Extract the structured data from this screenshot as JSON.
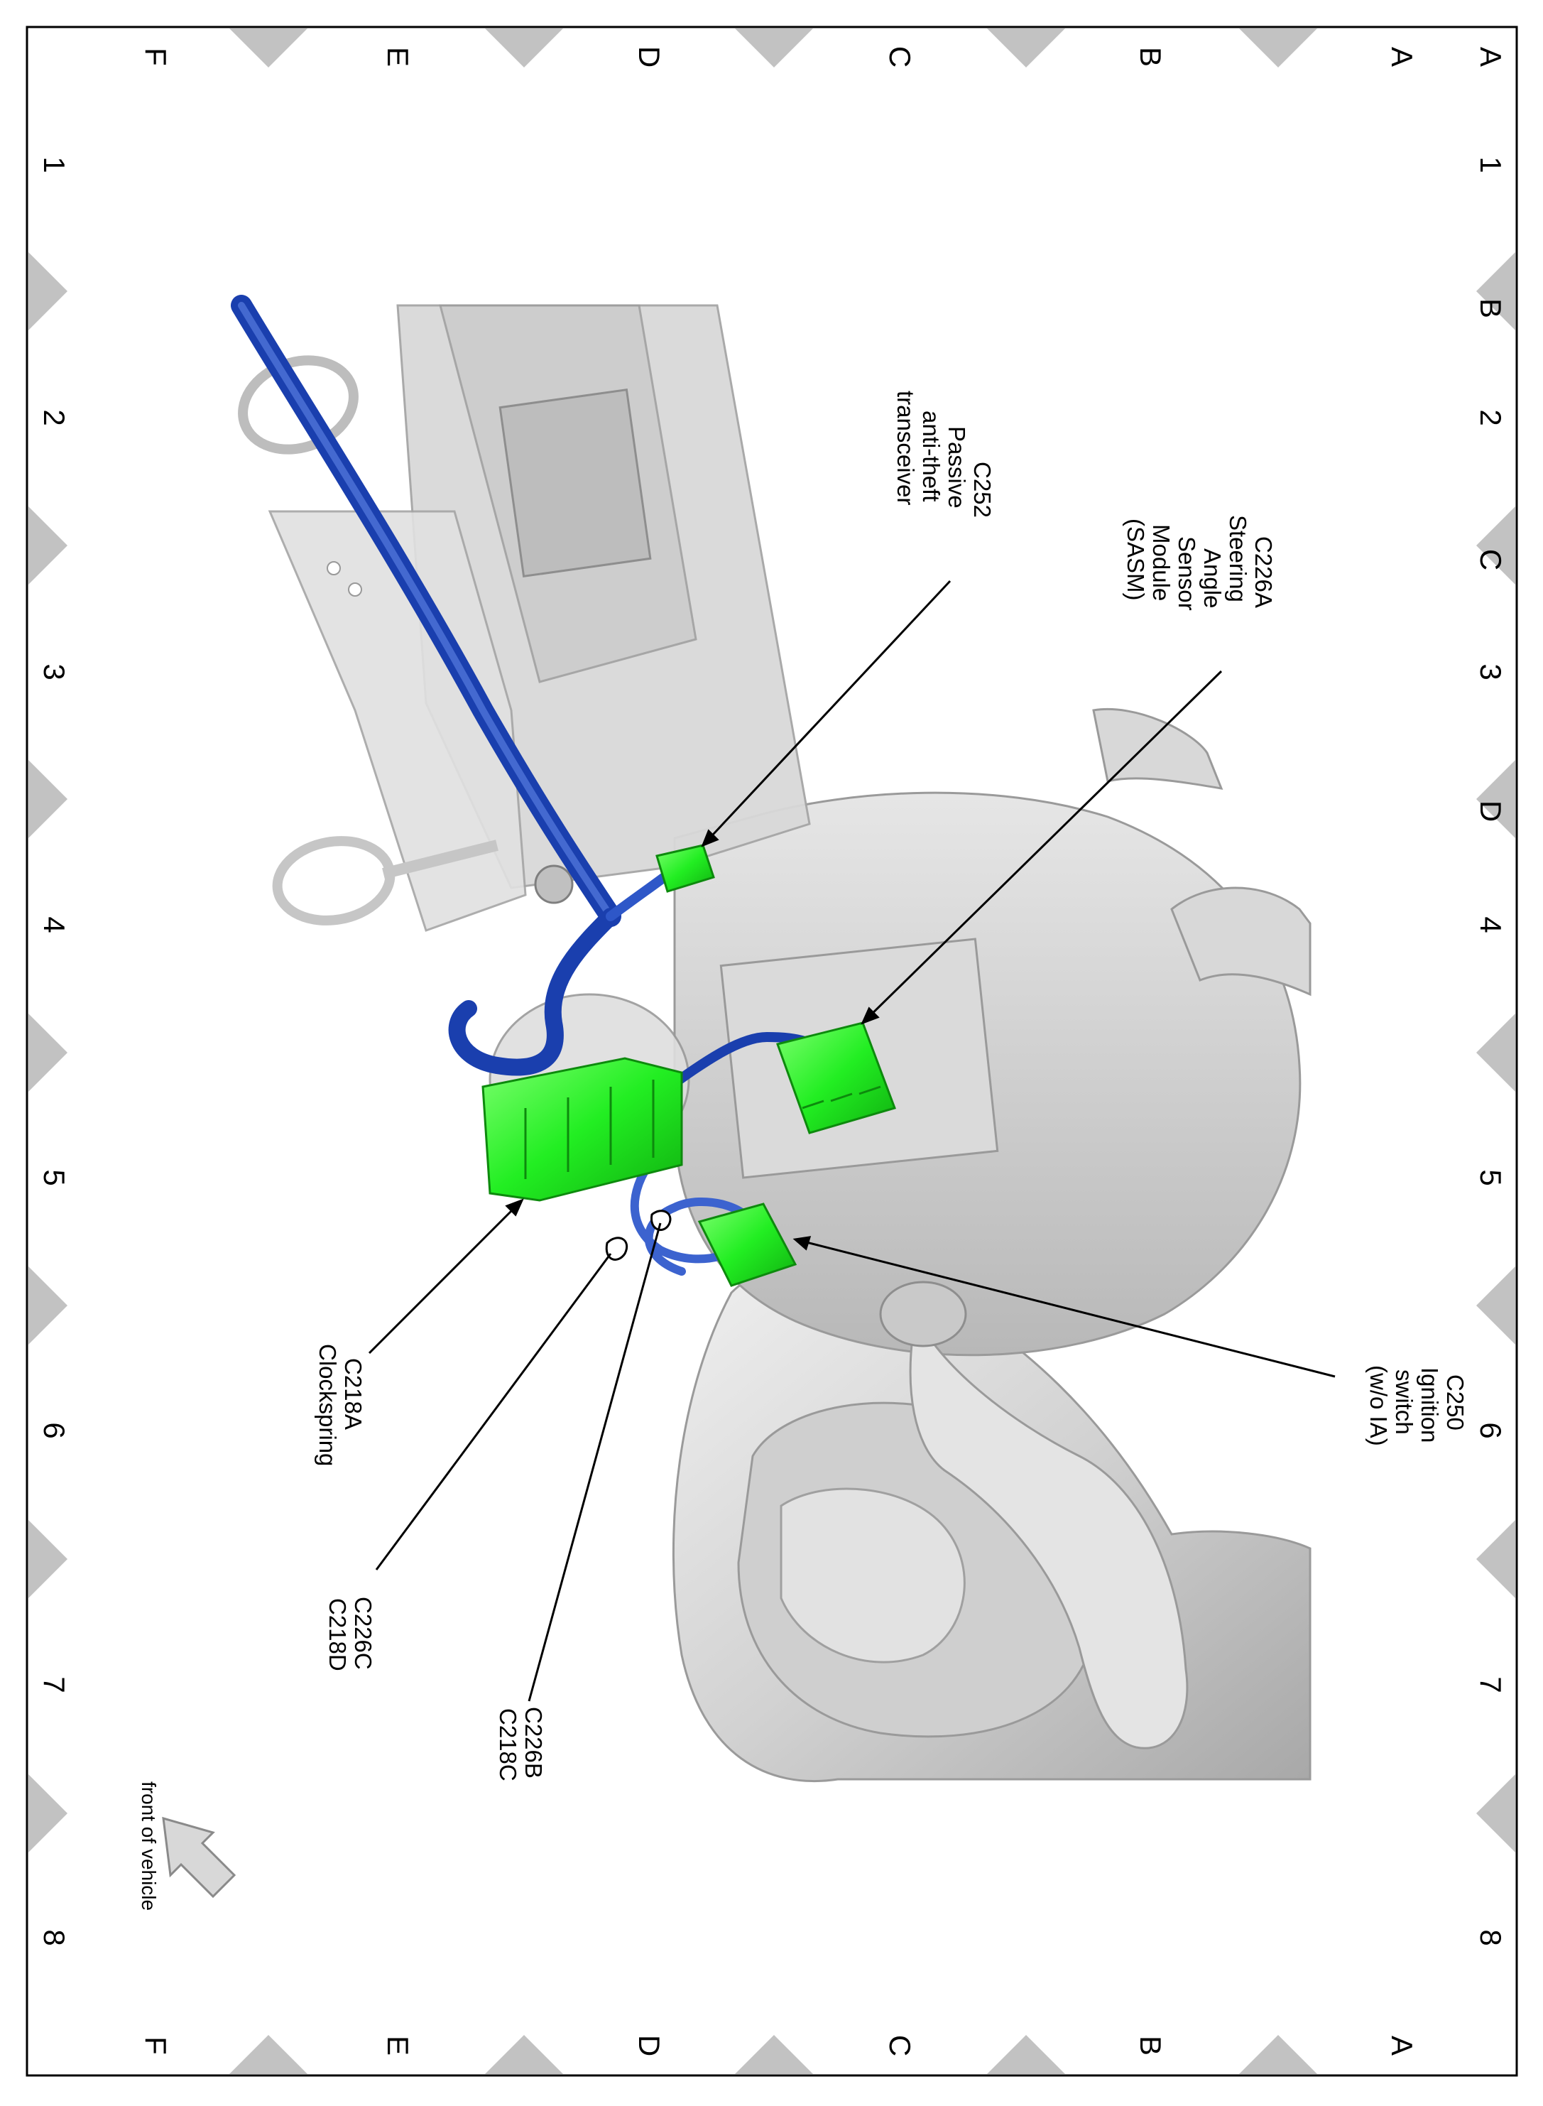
{
  "border": {
    "rows": [
      "A",
      "B",
      "C",
      "D",
      "E",
      "F"
    ],
    "columns": [
      "1",
      "2",
      "3",
      "4",
      "5",
      "6",
      "7",
      "8"
    ]
  },
  "callouts": {
    "c252": [
      "C252",
      "Passive",
      "anti-theft",
      "transceiver"
    ],
    "c226a": [
      "C226A",
      "Steering",
      "Angle",
      "Sensor",
      "Module",
      "(SASM)"
    ],
    "c250": [
      "C250",
      "Ignition",
      "switch",
      "(w/o IA)"
    ],
    "c218a": [
      "C218A",
      "Clockspring"
    ],
    "c226c": [
      "C226C",
      "C218D"
    ],
    "c226b": [
      "C226B",
      "C218C"
    ]
  },
  "orientation": {
    "label": "front of vehicle",
    "icon": "front-of-vehicle-arrow-icon"
  },
  "colors": {
    "connector_green": "#22ee22",
    "harness_blue": "#1a3fae",
    "component_gray": "#d4d4d4",
    "border_triangle_gray": "#c2c2c2",
    "leader_line": "#000000"
  }
}
